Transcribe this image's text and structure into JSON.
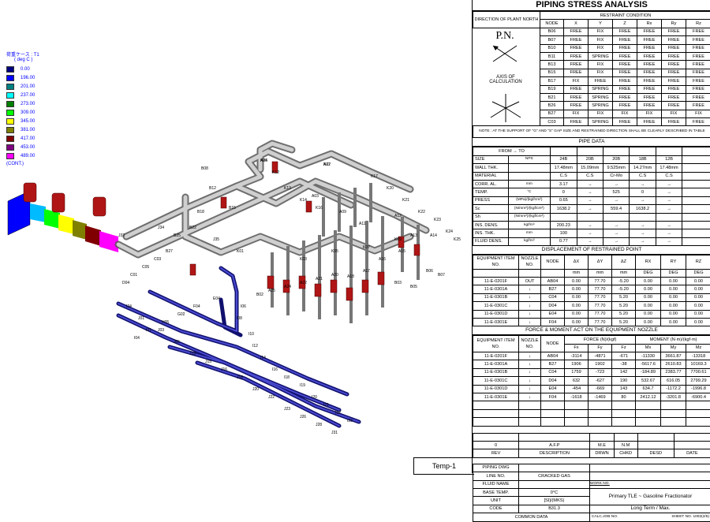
{
  "legend": {
    "title": "荷重ケース : T1",
    "unit": "( deg C )",
    "items": [
      {
        "label": "0.00",
        "color": "#000080"
      },
      {
        "label": "196.00",
        "color": "#0000ff"
      },
      {
        "label": "201.00",
        "color": "#008080"
      },
      {
        "label": "237.00",
        "color": "#00ffff"
      },
      {
        "label": "273.00",
        "color": "#008000"
      },
      {
        "label": "309.00",
        "color": "#00ff00"
      },
      {
        "label": "345.00",
        "color": "#ffff00"
      },
      {
        "label": "381.00",
        "color": "#808000"
      },
      {
        "label": "417.00",
        "color": "#800000"
      },
      {
        "label": "453.00",
        "color": "#800080"
      },
      {
        "label": "489.00",
        "color": "#ff00ff"
      }
    ],
    "footer": "(CONT.)"
  },
  "drawing_labels": [
    "A04",
    "A02",
    "A03",
    "A09",
    "A11",
    "A12",
    "A13",
    "A14",
    "A15",
    "A16",
    "A17",
    "A18",
    "A20",
    "A21",
    "A22",
    "A24",
    "A25",
    "B02",
    "B03",
    "B05",
    "B06",
    "B07",
    "B08",
    "B12",
    "B15",
    "B18",
    "B22",
    "B25",
    "B27",
    "C03",
    "C05",
    "C01",
    "D04",
    "E04",
    "F04",
    "G02",
    "H05",
    "I01",
    "I04",
    "I06",
    "I08",
    "I10",
    "I12",
    "I14",
    "I16",
    "I18",
    "I19",
    "I20",
    "I21",
    "I22",
    "I23",
    "I24",
    "J01",
    "J03",
    "J05",
    "J13",
    "J15",
    "J16",
    "J18",
    "J20",
    "J22",
    "J23",
    "J26",
    "J28",
    "J31",
    "J32",
    "J34",
    "J35",
    "K01",
    "K03",
    "K05",
    "K07",
    "K09",
    "K12",
    "K13",
    "K14",
    "K16",
    "K17",
    "K20",
    "K21",
    "K22",
    "K23",
    "K24",
    "K25",
    "K26",
    "K27"
  ],
  "temp_label": "Temp-1",
  "sheet": {
    "title": "PIPING STRESS ANALYSIS",
    "direction_of_plant_north": "DIRECTION OF PLANT NORTH",
    "pn": "P.N.",
    "axis_of_calculation": "AXIS OF CALCULATION",
    "restraint_title": "RESTRAINT CONDITION",
    "restraint_headers": [
      "NODE",
      "X",
      "Y",
      "Z",
      "Rx",
      "Ry",
      "Rz"
    ],
    "restraint_rows": [
      [
        "B06",
        "FREE",
        "FIX",
        "FREE",
        "FREE",
        "FREE",
        "FREE"
      ],
      [
        "B07",
        "FREE",
        "FIX",
        "FREE",
        "FREE",
        "FREE",
        "FREE"
      ],
      [
        "B10",
        "FREE",
        "FIX",
        "FREE",
        "FREE",
        "FREE",
        "FREE"
      ],
      [
        "B11",
        "FREE",
        "SPRING",
        "FREE",
        "FREE",
        "FREE",
        "FREE"
      ],
      [
        "B13",
        "FREE",
        "FIX",
        "FREE",
        "FREE",
        "FREE",
        "FREE"
      ],
      [
        "B15",
        "FREE",
        "FIX",
        "FREE",
        "FREE",
        "FREE",
        "FREE"
      ],
      [
        "B17",
        "FIX",
        "FREE",
        "FREE",
        "FREE",
        "FREE",
        "FREE"
      ],
      [
        "B19",
        "FREE",
        "SPRING",
        "FREE",
        "FREE",
        "FREE",
        "FREE"
      ],
      [
        "B21",
        "FREE",
        "SPRING",
        "FREE",
        "FREE",
        "FREE",
        "FREE"
      ],
      [
        "B26",
        "FREE",
        "SPRING",
        "FREE",
        "FREE",
        "FREE",
        "FREE"
      ],
      [
        "B27",
        "FIX",
        "FIX",
        "FIX",
        "FIX",
        "FIX",
        "FIX"
      ],
      [
        "C03",
        "FREE",
        "SPRING",
        "FREE",
        "FREE",
        "FREE",
        "FREE"
      ]
    ],
    "restraint_note": "NOTE : AT THE SUPPORT OF \"G\" AND \"S\" GAP SIZE AND RESTRAINED DIRECTION SHALL BE CLEARLY DESCRIBED IN TABLE",
    "pipe_data_title": "PIPE DATA",
    "pipe_from_to": "FROM → TO",
    "pipe_rows": [
      {
        "label": "SIZE",
        "unit": "NPS",
        "v": [
          "24B",
          "20B",
          "20B",
          "18B",
          "12B"
        ]
      },
      {
        "label": "WALL THK.",
        "unit": "",
        "v": [
          "17.48mm",
          "15.09mm",
          "9.525mm",
          "14.27mm",
          "17.48mm"
        ]
      },
      {
        "label": "MATERIAL",
        "unit": "",
        "v": [
          "C.S",
          "C.S",
          "Cr-Mo",
          "C.S",
          "C.S"
        ]
      },
      {
        "label": "CORR. AL.",
        "unit": "mm",
        "v": [
          "3.17",
          "→",
          "→",
          "→",
          "→"
        ]
      },
      {
        "label": "TEMP.",
        "unit": "°C",
        "v": [
          "0",
          "→",
          "525",
          "0",
          "→"
        ]
      },
      {
        "label": "PRESS",
        "unit": "(MPa)/(kgf/cm²)",
        "v": [
          "0.65",
          "→",
          "→",
          "→",
          "→"
        ]
      },
      {
        "label": "Sc",
        "unit": "(N/mm²)/(kgf/cm²)",
        "v": [
          "1638.2",
          "→",
          "559.4",
          "1638.2",
          "→"
        ]
      },
      {
        "label": "Sh",
        "unit": "(N/mm²)/(kgf/cm²)",
        "v": [
          "",
          "",
          "",
          "",
          ""
        ]
      },
      {
        "label": "INS. DENS.",
        "unit": "kgf/m³",
        "v": [
          "200.23",
          "→",
          "→",
          "→",
          "→"
        ]
      },
      {
        "label": "INS. THK.",
        "unit": "mm",
        "v": [
          "100",
          "→",
          "→",
          "→",
          "→"
        ]
      },
      {
        "label": "FLUID DENS.",
        "unit": "kgf/m³",
        "v": [
          "0.77",
          "→",
          "→",
          "→",
          "→"
        ]
      }
    ],
    "disp_title": "DISPLACEMENT OF RESTRAINED POINT",
    "disp_headers": [
      "EQUIPMENT ITEM NO.",
      "NOZZLE NO.",
      "NODE",
      "ΔX",
      "ΔY",
      "ΔZ",
      "RX",
      "RY",
      "RZ"
    ],
    "disp_units": [
      "",
      "",
      "",
      "mm",
      "mm",
      "mm",
      "DEG",
      "DEG",
      "DEG"
    ],
    "disp_rows": [
      [
        "11-E-0201F",
        "OUT",
        "AB04",
        "0.00",
        "77.70",
        "-5.20",
        "0.00",
        "0.00",
        "0.00"
      ],
      [
        "11-E-0301A",
        "↓",
        "B27",
        "0.00",
        "77.70",
        "-5.20",
        "0.00",
        "0.00",
        "0.00"
      ],
      [
        "11-E-0301B",
        "↓",
        "C04",
        "0.00",
        "77.70",
        "5.20",
        "0.00",
        "0.00",
        "0.00"
      ],
      [
        "11-E-0301C",
        "↓",
        "D04",
        "0.00",
        "77.70",
        "5.20",
        "0.00",
        "0.00",
        "0.00"
      ],
      [
        "11-E-0301D",
        "↓",
        "E04",
        "0.00",
        "77.70",
        "5.20",
        "0.00",
        "0.00",
        "0.00"
      ],
      [
        "11-E-0301E",
        "↓",
        "F04",
        "0.00",
        "77.70",
        "5.20",
        "0.00",
        "0.00",
        "0.00"
      ]
    ],
    "force_title": "FORCE & MOMENT ACT ON THE EQUIPMENT NOZZLE",
    "force_headers": [
      "EQUIPMENT ITEM NO.",
      "NOZZLE NO.",
      "NODE",
      "FORCE (N)/(kgf)",
      "MOMENT (N·m)/(kgf·m)"
    ],
    "force_sub": [
      "Fx",
      "Fy",
      "Fz",
      "Mx",
      "My",
      "Mz"
    ],
    "force_rows": [
      [
        "11-E-0201F",
        "↓",
        "AB04",
        "-3114",
        "-4871",
        "-671",
        "-11330",
        "3661.87",
        "-13318"
      ],
      [
        "11-E-0301A",
        "↓",
        "B27",
        "1906",
        "1902",
        "-38",
        "-5617.6",
        "2610.83",
        "10169.3"
      ],
      [
        "11-E-0301B",
        "↓",
        "C04",
        "1759",
        "-723",
        "142",
        "-184.89",
        "2383.77",
        "7700.61"
      ],
      [
        "11-E-0301C",
        "↓",
        "D04",
        "632",
        "-627",
        "190",
        "532.67",
        "616.05",
        "2799.29"
      ],
      [
        "11-E-0301D",
        "↓",
        "E04",
        "-454",
        "-669",
        "143",
        "634.7",
        "-1172.2",
        "-1996.8"
      ],
      [
        "11-E-0301E",
        "↓",
        "F04",
        "-1618",
        "-1469",
        "80",
        "2412.12",
        "-3201.8",
        "-6900.4"
      ]
    ],
    "rev_row": [
      "0",
      "A.F.P",
      "M.E",
      "N.M",
      ""
    ],
    "rev_headers": [
      "REV",
      "DESCRIPTION",
      "DRWN",
      "CHKD",
      "DESD",
      "DATE"
    ],
    "piping_dwg": "PIPING DWG",
    "line_no_label": "LINE NO.",
    "line_no": "CRACKED GAS",
    "fluid_name": "FLUID NAME",
    "work_no": "WORK NO.",
    "base_temp_label": "BASE TEMP.",
    "base_temp": "0°C",
    "unit_label": "UNIT",
    "unit": "[SI]/(MKS)",
    "code_label": "CODE",
    "code": "B31.3",
    "project": "Primary TLE ~ Gasoline Fractionator",
    "case": "Long Term / Max.",
    "common_data": "COMMON DATA",
    "calc_job_no": "CALC.JOB NO.",
    "sheet_no": "SHEET NO. 1002(2/6)"
  }
}
